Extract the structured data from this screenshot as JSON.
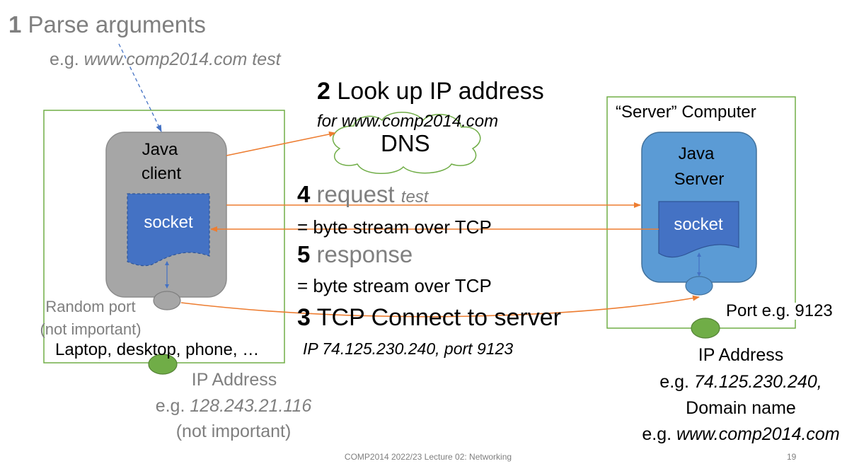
{
  "step1": {
    "num": "1",
    "text": "Parse arguments",
    "example_prefix": "e.g. ",
    "example": "www.comp2014.com test"
  },
  "step2": {
    "num": "2",
    "text": "Look up IP address",
    "sub": "for www.comp2014.com",
    "dns_label": "DNS"
  },
  "step3": {
    "num": "3",
    "text": "TCP Connect to server",
    "sub": "IP 74.125.230.240, port 9123"
  },
  "step4": {
    "num": "4",
    "text": "request",
    "arg": "test",
    "desc": "= byte stream over TCP"
  },
  "step5": {
    "num": "5",
    "text": "response",
    "desc": "= byte stream over TCP"
  },
  "client": {
    "app_line1": "Java",
    "app_line2": "client",
    "socket_label": "socket",
    "port_line1": "Random port",
    "port_line2": "(not important)",
    "device_caption": "Laptop, desktop, phone, …",
    "ip_title": "IP Address",
    "ip_prefix": "e.g. ",
    "ip_value": "128.243.21.116",
    "ip_note": "(not important)"
  },
  "server": {
    "box_title": "“Server” Computer",
    "app_line1": "Java",
    "app_line2": "Server",
    "socket_label": "socket",
    "port_label": "Port e.g. 9123",
    "ip_title": "IP Address",
    "ip_prefix": "e.g. ",
    "ip_value": "74.125.230.240,",
    "domain_title": "Domain name",
    "domain_prefix": "e.g. ",
    "domain_value": "www.comp2014.com"
  },
  "footer": {
    "text": "COMP2014 2022/23 Lecture 02: Networking",
    "page": "19"
  },
  "colors": {
    "frame_green": "#70ad47",
    "port_green": "#70ad47",
    "arrow_orange": "#ed7d31",
    "client_gray": "#a6a6a6",
    "socket_blue": "#4472c4",
    "server_blue": "#5b9bd5",
    "dashed_blue": "#4472c4"
  }
}
